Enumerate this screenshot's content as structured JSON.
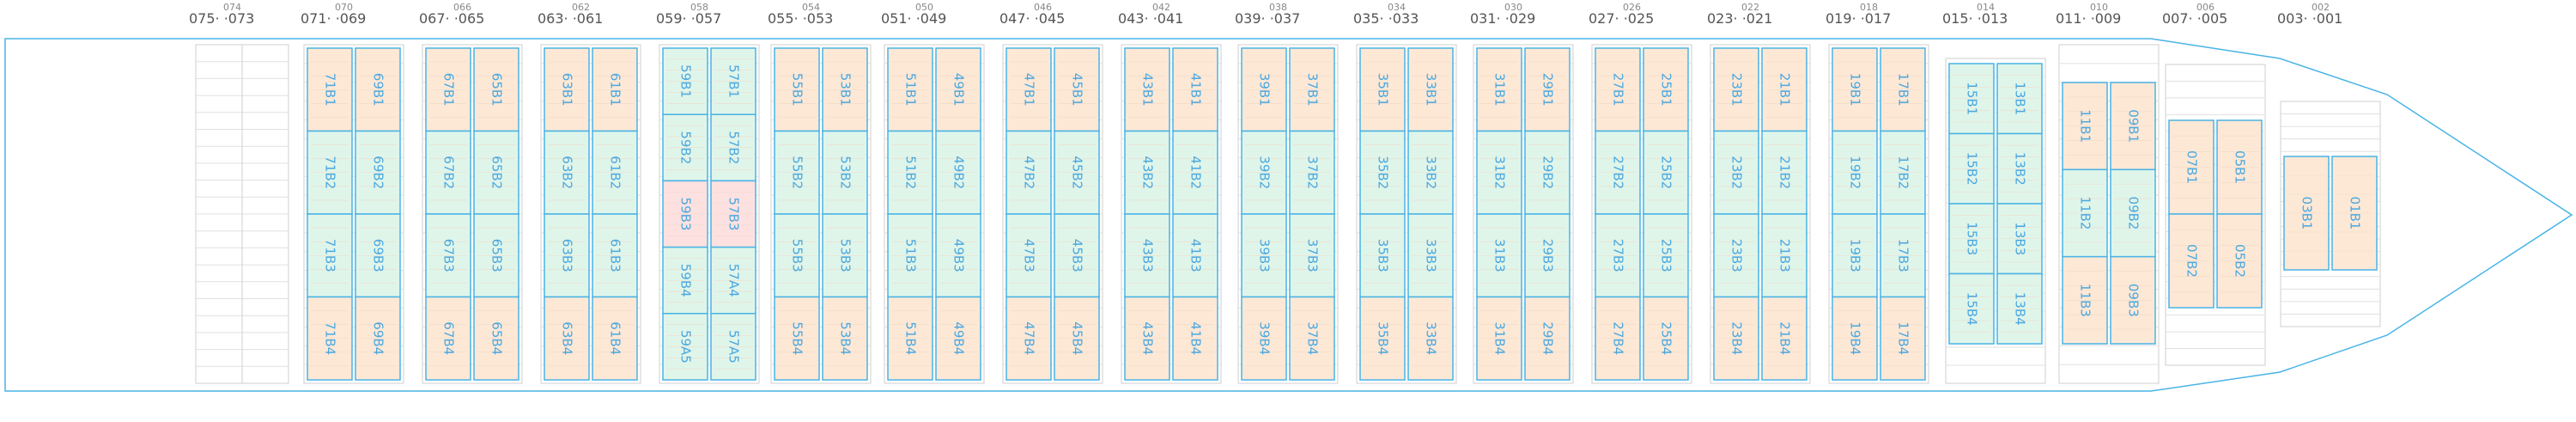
{
  "colors": {
    "outline": "#49b4e6",
    "cell_orange": "#fde8d6",
    "cell_green": "#dff5ea",
    "cell_pink": "#fde1e1",
    "grid": "#cfcfcf",
    "text": "#4aa8e0"
  },
  "bays": [
    {
      "label": "075· ·073",
      "mid": "074",
      "cols": [],
      "type": "empty"
    },
    {
      "label": "071· ·069",
      "mid": "070",
      "cols": [
        [
          "71B1",
          "71B2",
          "71B3",
          "71B4"
        ],
        [
          "69B1",
          "69B2",
          "69B3",
          "69B4"
        ]
      ]
    },
    {
      "label": "067· ·065",
      "mid": "066",
      "cols": [
        [
          "67B1",
          "67B2",
          "67B3",
          "67B4"
        ],
        [
          "65B1",
          "65B2",
          "65B3",
          "65B4"
        ]
      ]
    },
    {
      "label": "063· ·061",
      "mid": "062",
      "cols": [
        [
          "63B1",
          "63B2",
          "63B3",
          "63B4"
        ],
        [
          "61B1",
          "61B2",
          "61B3",
          "61B4"
        ]
      ]
    },
    {
      "label": "059· ·057",
      "mid": "058",
      "cols": [
        [
          "59B1",
          "59B2",
          "59B3",
          "59B4",
          "59A5"
        ],
        [
          "57B1",
          "57B2",
          "57B3",
          "57A4",
          "57A5"
        ]
      ],
      "type": "five"
    },
    {
      "label": "055· ·053",
      "mid": "054",
      "cols": [
        [
          "55B1",
          "55B2",
          "55B3",
          "55B4"
        ],
        [
          "53B1",
          "53B2",
          "53B3",
          "53B4"
        ]
      ]
    },
    {
      "label": "051· ·049",
      "mid": "050",
      "cols": [
        [
          "51B1",
          "51B2",
          "51B3",
          "51B4"
        ],
        [
          "49B1",
          "49B2",
          "49B3",
          "49B4"
        ]
      ]
    },
    {
      "label": "047· ·045",
      "mid": "046",
      "cols": [
        [
          "47B1",
          "47B2",
          "47B3",
          "47B4"
        ],
        [
          "45B1",
          "45B2",
          "45B3",
          "45B4"
        ]
      ]
    },
    {
      "label": "043· ·041",
      "mid": "042",
      "cols": [
        [
          "43B1",
          "43B2",
          "43B3",
          "43B4"
        ],
        [
          "41B1",
          "41B2",
          "41B3",
          "41B4"
        ]
      ]
    },
    {
      "label": "039· ·037",
      "mid": "038",
      "cols": [
        [
          "39B1",
          "39B2",
          "39B3",
          "39B4"
        ],
        [
          "37B1",
          "37B2",
          "37B3",
          "37B4"
        ]
      ]
    },
    {
      "label": "035· ·033",
      "mid": "034",
      "cols": [
        [
          "35B1",
          "35B2",
          "35B3",
          "35B4"
        ],
        [
          "33B1",
          "33B2",
          "33B3",
          "33B4"
        ]
      ]
    },
    {
      "label": "031· ·029",
      "mid": "030",
      "cols": [
        [
          "31B1",
          "31B2",
          "31B3",
          "31B4"
        ],
        [
          "29B1",
          "29B2",
          "29B3",
          "29B4"
        ]
      ]
    },
    {
      "label": "027· ·025",
      "mid": "026",
      "cols": [
        [
          "27B1",
          "27B2",
          "27B3",
          "27B4"
        ],
        [
          "25B1",
          "25B2",
          "25B3",
          "25B4"
        ]
      ]
    },
    {
      "label": "023· ·021",
      "mid": "022",
      "cols": [
        [
          "23B1",
          "23B2",
          "23B3",
          "23B4"
        ],
        [
          "21B1",
          "21B2",
          "21B3",
          "21B4"
        ]
      ]
    },
    {
      "label": "019· ·017",
      "mid": "018",
      "cols": [
        [
          "19B1",
          "19B2",
          "19B3",
          "19B4"
        ],
        [
          "17B1",
          "17B2",
          "17B3",
          "17B4"
        ]
      ]
    },
    {
      "label": "015· ·013",
      "mid": "014",
      "cols": [
        [
          "15B1",
          "15B2",
          "15B3",
          "15B4"
        ],
        [
          "13B1",
          "13B2",
          "13B3",
          "13B4"
        ]
      ],
      "type": "fwd1"
    },
    {
      "label": "011· ·009",
      "mid": "010",
      "cols": [
        [
          "11B1",
          "11B2",
          "11B3"
        ],
        [
          "09B1",
          "09B2",
          "09B3"
        ]
      ],
      "type": "fwd2"
    },
    {
      "label": "007· ·005",
      "mid": "006",
      "cols": [
        [
          "07B1",
          "07B2"
        ],
        [
          "05B1",
          "05B2"
        ]
      ],
      "type": "fwd3"
    },
    {
      "label": "003· ·001",
      "mid": "002",
      "cols": [
        [
          "03B1"
        ],
        [
          "01B1"
        ]
      ],
      "type": "fwd4"
    }
  ]
}
